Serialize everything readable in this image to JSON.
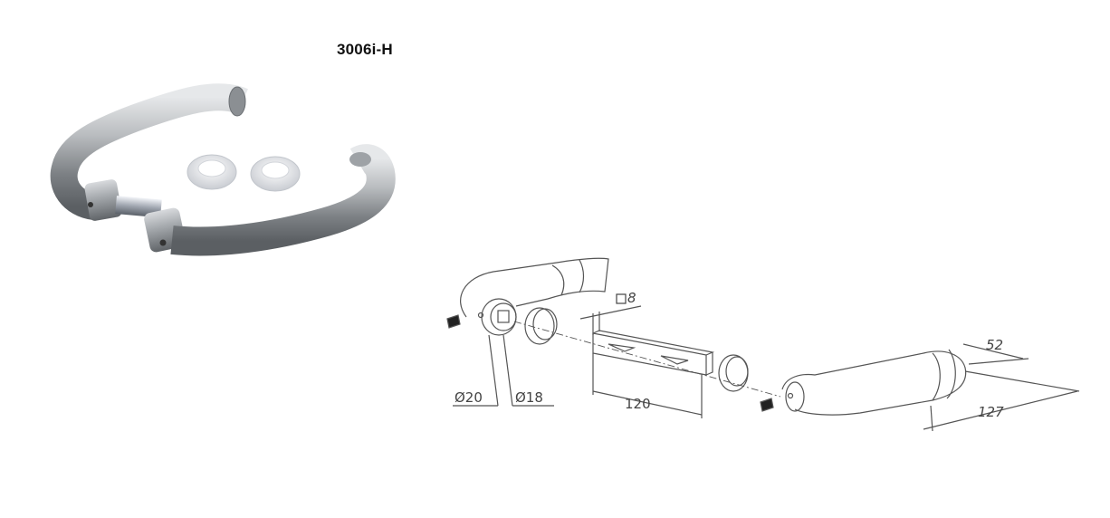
{
  "product": {
    "code": "3006i-H"
  },
  "dimensions": {
    "square_spindle": "8",
    "outer_diameter": "Ø20",
    "inner_diameter": "Ø18",
    "spindle_length": "120",
    "projection": "52",
    "handle_length": "127"
  }
}
